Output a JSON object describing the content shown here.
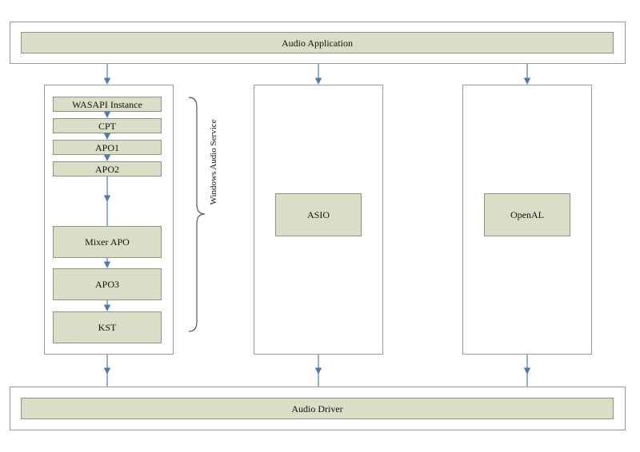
{
  "app_layer": {
    "label": "Audio Application"
  },
  "driver_layer": {
    "label": "Audio Driver"
  },
  "windows_stack": {
    "brace_label": "Windows Audio Service",
    "boxes": [
      "WASAPI Instance",
      "CPT",
      "APO1",
      "APO2",
      "Mixer APO",
      "APO3",
      "KST"
    ]
  },
  "asio": {
    "label": "ASIO"
  },
  "openal": {
    "label": "OpenAL"
  },
  "colors": {
    "box_fill": "#d9dfc7",
    "box_border": "#8d9483",
    "arrow": "#4a7ab8",
    "frame": "#9a9a9a"
  }
}
